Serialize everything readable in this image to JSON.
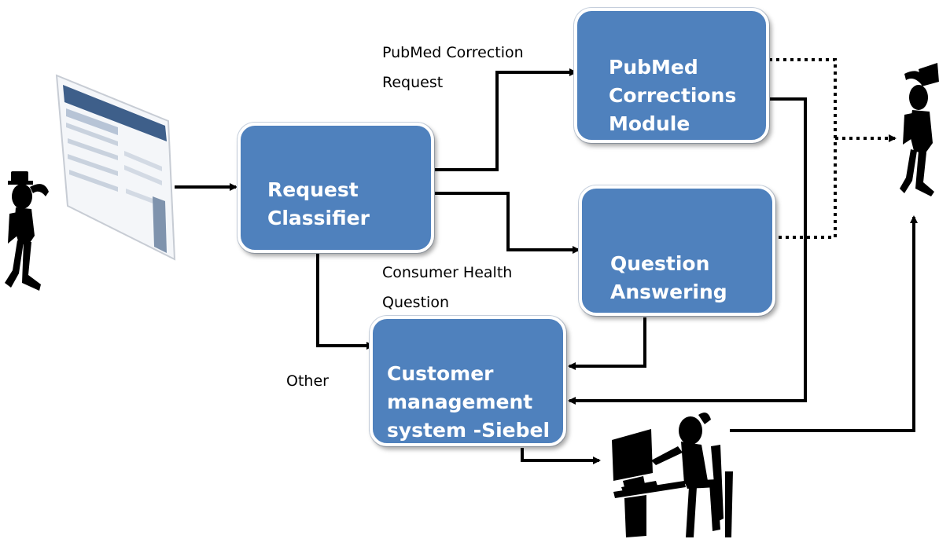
{
  "nodes": {
    "request_classifier": "Request\nClassifier",
    "pubmed_module": "PubMed\nCorrections\nModule",
    "question_answering": "Question\nAnswering",
    "customer_management": "Customer\nmanagement\nsystem -Siebel"
  },
  "labels": {
    "pubmed_request": "PubMed Correction\nRequest",
    "consumer_health": "Consumer Health\nQuestion",
    "other": "Other"
  },
  "colors": {
    "box_fill": "#4f81bd",
    "box_text": "#ffffff",
    "arrow": "#000000"
  },
  "icons": [
    "user-silhouette-icon",
    "webpage-screenshot-icon",
    "user-response-silhouette-icon",
    "operator-at-computer-icon"
  ]
}
